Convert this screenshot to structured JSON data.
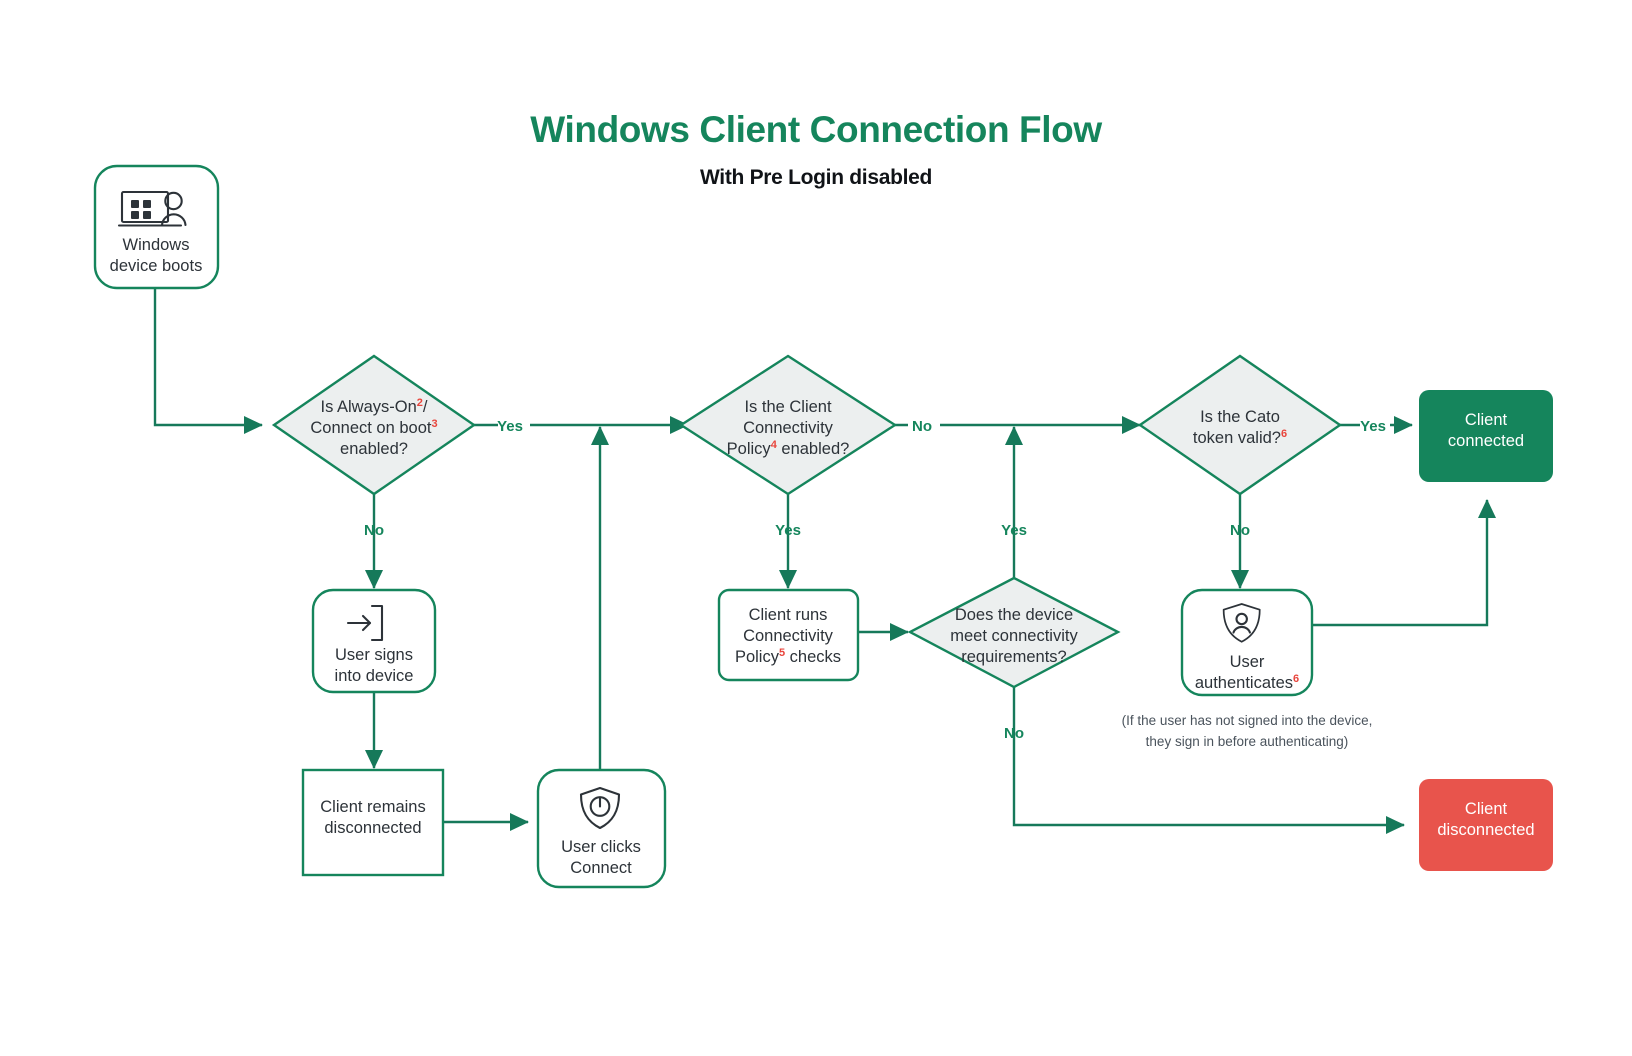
{
  "header": {
    "title": "Windows Client Connection Flow",
    "subtitle": "With Pre Login disabled"
  },
  "colors": {
    "accent_green": "#15855C",
    "connector_green": "#16795A",
    "decision_fill": "#ECEFEF",
    "success_box": "#15855C",
    "failure_box": "#E8544C",
    "superscript_red": "#E8453C",
    "text_dark": "#2D3339",
    "note_gray": "#4A535C"
  },
  "nodes": {
    "start": {
      "id": "windows-device-boots",
      "shape": "rounded-rect",
      "icon": "laptop-user-icon",
      "lines": [
        "Windows",
        "device boots"
      ]
    },
    "decision_always_on": {
      "id": "is-always-on-connect-on-boot-enabled",
      "shape": "diamond",
      "lines": [
        "Is Always-On",
        "Connect on boot",
        "enabled?"
      ],
      "line1_text": "Is Always-On",
      "line1_sup": "2",
      "line1_tail": "/",
      "line2_text": "Connect on boot",
      "line2_sup": "3",
      "line3_text": "enabled?"
    },
    "user_signs_in": {
      "id": "user-signs-into-device",
      "shape": "rounded-rect",
      "icon": "sign-in-icon",
      "lines": [
        "User signs",
        "into device"
      ]
    },
    "client_remains_disconnected": {
      "id": "client-remains-disconnected",
      "shape": "rect",
      "lines": [
        "Client remains",
        "disconnected"
      ]
    },
    "user_clicks_connect": {
      "id": "user-clicks-connect",
      "shape": "rounded-rect",
      "icon": "shield-power-icon",
      "lines": [
        "User clicks",
        "Connect"
      ]
    },
    "decision_ccp": {
      "id": "is-client-connectivity-policy-enabled",
      "shape": "diamond",
      "line1_text": "Is the Client",
      "line2_text": "Connectivity",
      "line3_text": "Policy",
      "line3_sup": "4",
      "line3_tail": " enabled?"
    },
    "client_runs_checks": {
      "id": "client-runs-connectivity-policy-checks",
      "shape": "rounded-rect",
      "line1_text": "Client runs",
      "line2_text": "Connectivity",
      "line3_text": "Policy",
      "line3_sup": "5",
      "line3_tail": " checks"
    },
    "decision_requirements": {
      "id": "does-device-meet-connectivity-requirements",
      "shape": "diamond",
      "line1_text": "Does the device",
      "line2_text": "meet connectivity",
      "line3_text": "requirements?"
    },
    "decision_token": {
      "id": "is-cato-token-valid",
      "shape": "diamond",
      "line1_text": "Is the Cato",
      "line2_text": "token valid?",
      "line2_sup": "6"
    },
    "user_authenticates": {
      "id": "user-authenticates",
      "shape": "rounded-rect",
      "icon": "shield-person-icon",
      "line1_text": "User",
      "line2_text": "authenticates",
      "line2_sup": "6",
      "note_line1": "(If the user has not signed into the device,",
      "note_line2": "they sign in before authenticating)"
    },
    "client_connected": {
      "id": "client-connected",
      "shape": "rounded-rect-filled",
      "fill": "#15855C",
      "lines": [
        "Client",
        "connected"
      ]
    },
    "client_disconnected": {
      "id": "client-disconnected",
      "shape": "rounded-rect-filled",
      "fill": "#E8544C",
      "lines": [
        "Client",
        "disconnected"
      ]
    }
  },
  "edge_labels": {
    "always_on_yes": "Yes",
    "always_on_no": "No",
    "ccp_no": "No",
    "ccp_yes": "Yes",
    "requirements_yes": "Yes",
    "requirements_no": "No",
    "token_yes": "Yes",
    "token_no": "No"
  }
}
